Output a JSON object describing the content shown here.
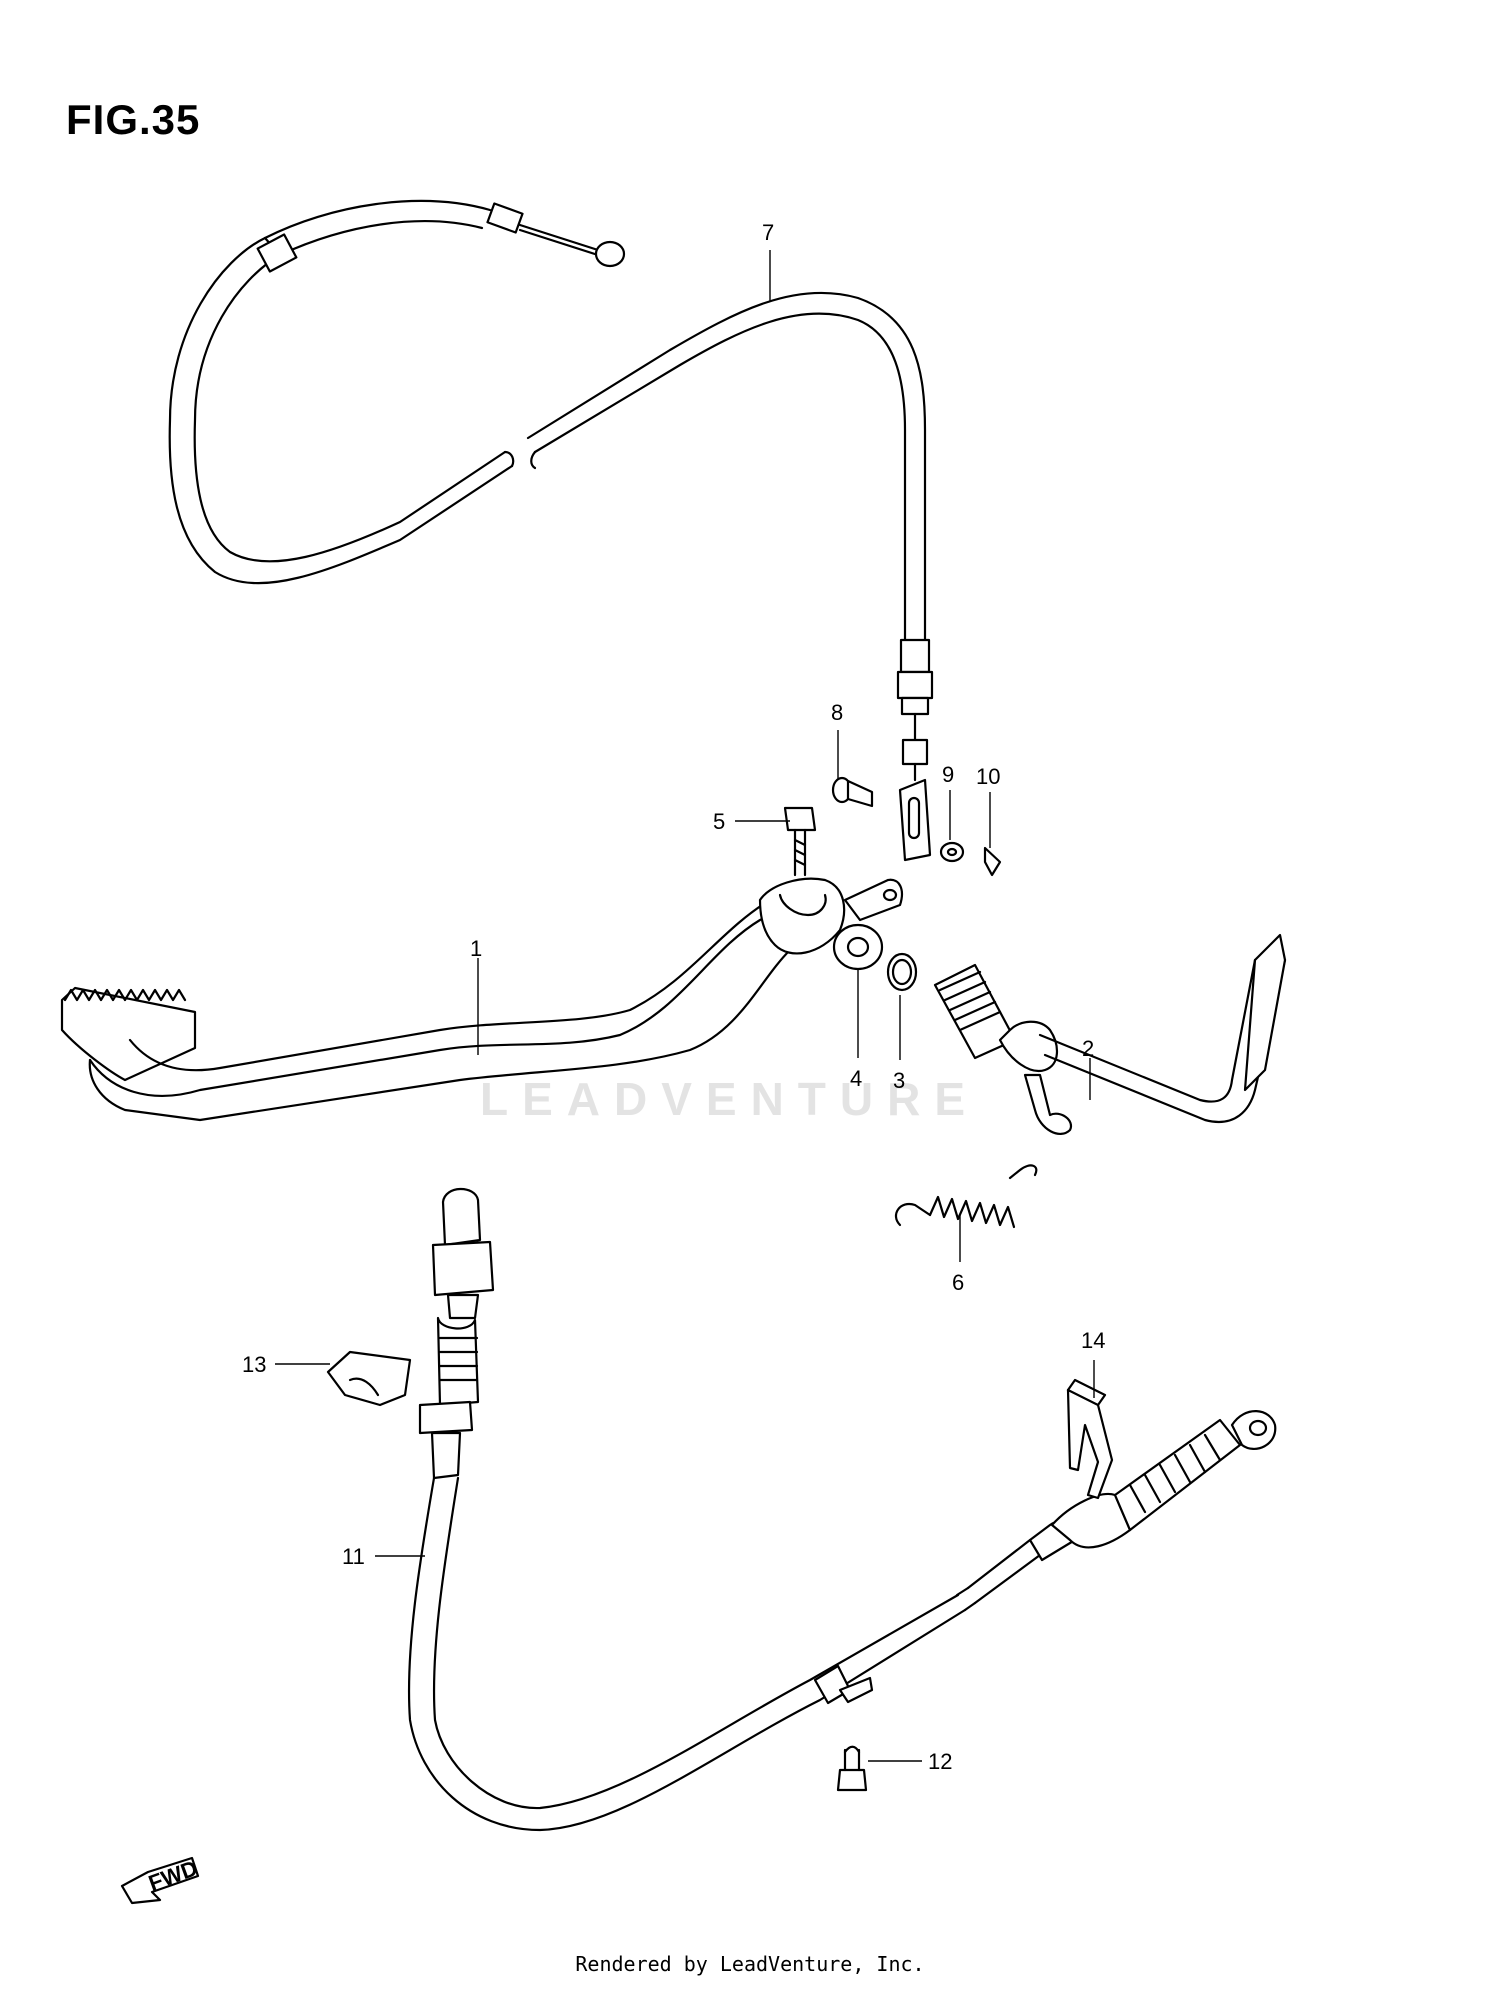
{
  "figure": {
    "title": "FIG.35"
  },
  "callouts": [
    {
      "id": "1",
      "label": "1"
    },
    {
      "id": "2",
      "label": "2"
    },
    {
      "id": "3",
      "label": "3"
    },
    {
      "id": "4",
      "label": "4"
    },
    {
      "id": "5",
      "label": "5"
    },
    {
      "id": "6",
      "label": "6"
    },
    {
      "id": "7",
      "label": "7"
    },
    {
      "id": "8",
      "label": "8"
    },
    {
      "id": "9",
      "label": "9"
    },
    {
      "id": "10",
      "label": "10"
    },
    {
      "id": "11",
      "label": "11"
    },
    {
      "id": "12",
      "label": "12"
    },
    {
      "id": "13",
      "label": "13"
    },
    {
      "id": "14",
      "label": "14"
    }
  ],
  "direction_badge": {
    "label": "FWD"
  },
  "watermark": {
    "text": "LEADVENTURE"
  },
  "footer": {
    "text": "Rendered by LeadVenture, Inc."
  }
}
